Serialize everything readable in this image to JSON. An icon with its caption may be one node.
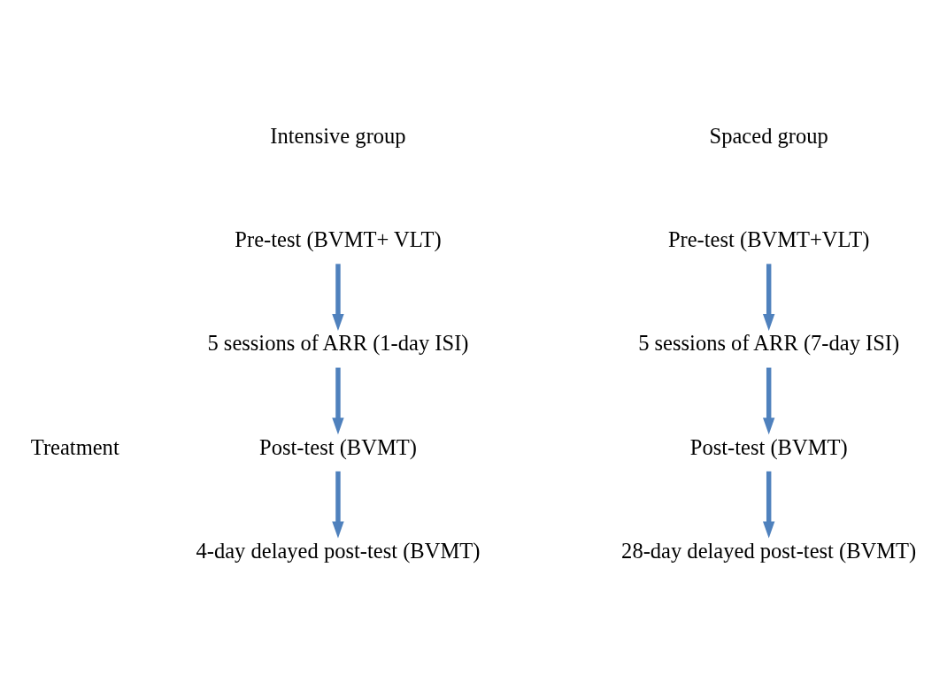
{
  "diagram": {
    "nodes": [
      {
        "text": [
          "Pre-test (BVMT+ VLT)"
        ]
      },
      {
        "text": [
          "Pre-test (BVMT+VLT)"
        ]
      },
      {
        "text": [
          "5 sessions of ARR (1-day ISI)"
        ]
      },
      {
        "text": [
          "5 sessions of ARR (7-day ISI)"
        ]
      },
      {
        "text": [
          "Post-test (BVMT)"
        ]
      },
      {
        "text": [
          "Post-test (BVMT)"
        ]
      },
      {
        "text": [
          "4-day delayed post-test (BVMT)"
        ]
      },
      {
        "text": [
          "28-day delayed post-test (BVMT)"
        ]
      }
    ],
    "edges": [
      {
        "from": 0,
        "to": 2,
        "arrow": "to"
      },
      {
        "from": 2,
        "to": 4,
        "arrow": "to"
      },
      {
        "from": 4,
        "to": 6,
        "arrow": "to"
      },
      {
        "from": 1,
        "to": 3,
        "arrow": "to"
      },
      {
        "from": 3,
        "to": 5,
        "arrow": "to"
      },
      {
        "from": 5,
        "to": 7,
        "arrow": "to"
      }
    ],
    "labels": [
      "Intensive group",
      "Spaced group",
      "Treatment"
    ]
  }
}
